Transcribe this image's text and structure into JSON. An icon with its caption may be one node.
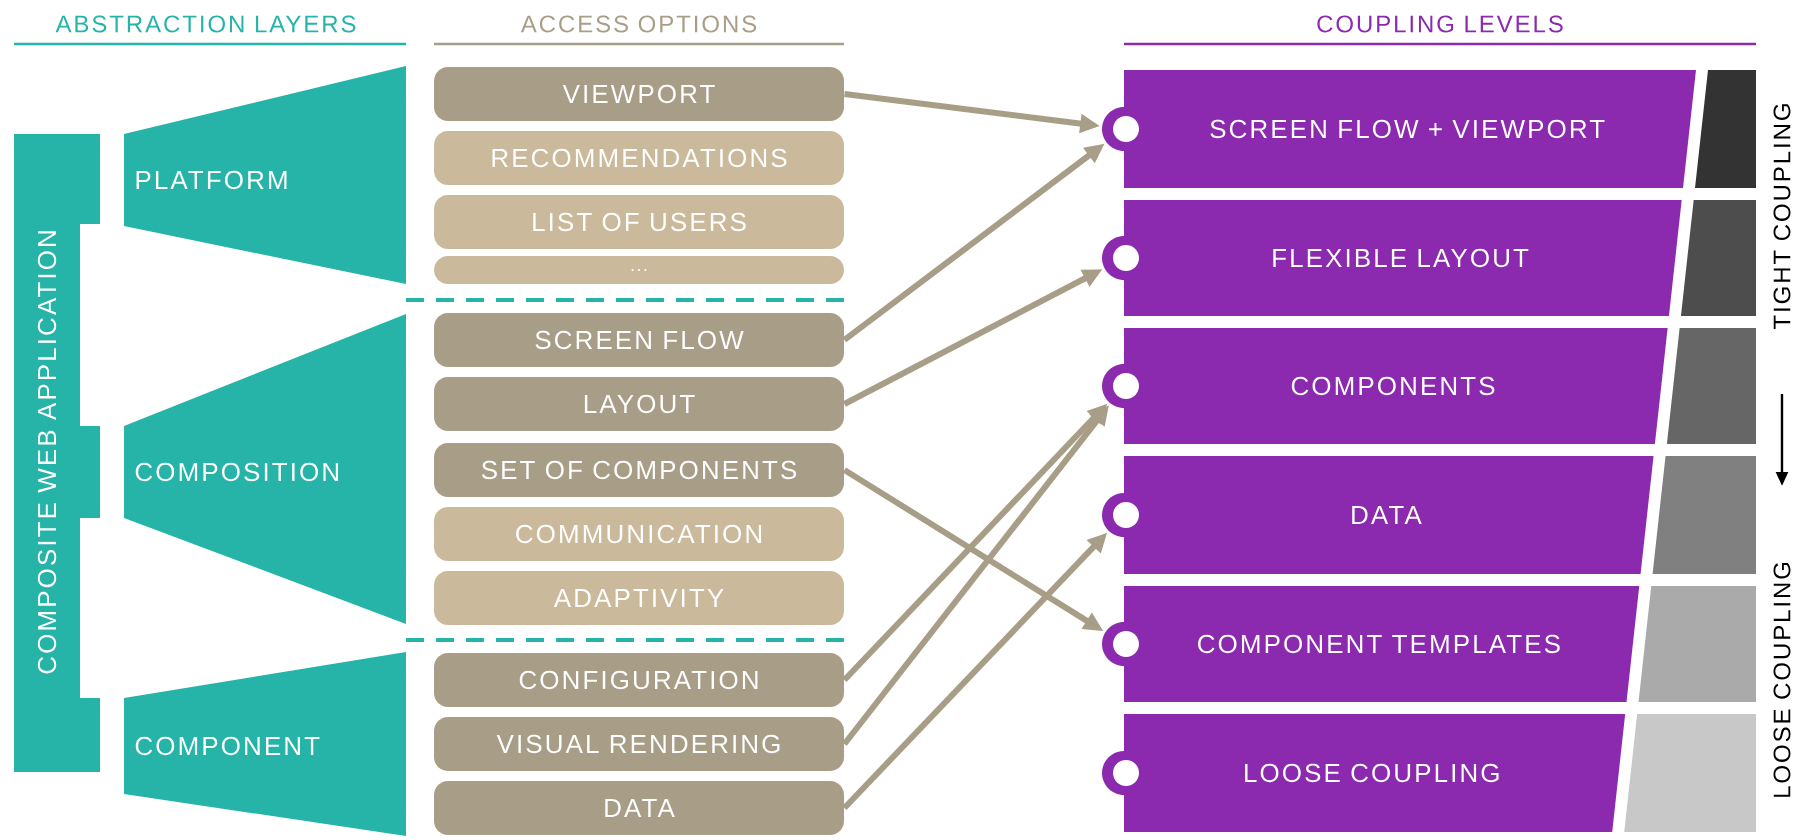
{
  "diagram": {
    "nodes": [
      {
        "text": [
          "COMPOSITE WEB APPLICATION"
        ]
      },
      {
        "text": [
          "PLATFORM"
        ]
      },
      {
        "text": [
          "COMPOSITION"
        ]
      },
      {
        "text": [
          "COMPONENT"
        ]
      },
      {
        "text": [
          "VIEWPORT"
        ]
      },
      {
        "text": [
          "RECOMMENDATIONS"
        ]
      },
      {
        "text": [
          "LIST OF USERS"
        ]
      },
      {
        "text": [
          "..."
        ]
      },
      {
        "text": [
          "SCREEN FLOW"
        ]
      },
      {
        "text": [
          "LAYOUT"
        ]
      },
      {
        "text": [
          "SET OF COMPONENTS"
        ]
      },
      {
        "text": [
          "COMMUNICATION"
        ]
      },
      {
        "text": [
          "ADAPTIVITY"
        ]
      },
      {
        "text": [
          "CONFIGURATION"
        ]
      },
      {
        "text": [
          "VISUAL RENDERING"
        ]
      },
      {
        "text": [
          "DATA"
        ]
      },
      {
        "text": [
          "SCREEN FLOW + VIEWPORT"
        ]
      },
      {
        "text": [
          "FLEXIBLE LAYOUT"
        ]
      },
      {
        "text": [
          "COMPONENTS"
        ]
      },
      {
        "text": [
          "DATA"
        ]
      },
      {
        "text": [
          "COMPONENT TEMPLATES"
        ]
      },
      {
        "text": [
          "LOOSE COUPLING"
        ]
      }
    ],
    "edges": [
      {
        "from": 4,
        "to": 16,
        "arrow": "to"
      },
      {
        "from": 8,
        "to": 16,
        "arrow": "to"
      },
      {
        "from": 9,
        "to": 17,
        "arrow": "to"
      },
      {
        "from": 10,
        "to": 20,
        "arrow": "to"
      },
      {
        "from": 13,
        "to": 18,
        "arrow": "to"
      },
      {
        "from": 14,
        "to": 18,
        "arrow": "to"
      },
      {
        "from": 15,
        "to": 19,
        "arrow": "to"
      }
    ],
    "labels": [
      "ABSTRACTION LAYERS",
      "ACCESS OPTIONS",
      "COUPLING LEVELS",
      "TIGHT COUPLING",
      "LOOSE COUPLING"
    ]
  }
}
